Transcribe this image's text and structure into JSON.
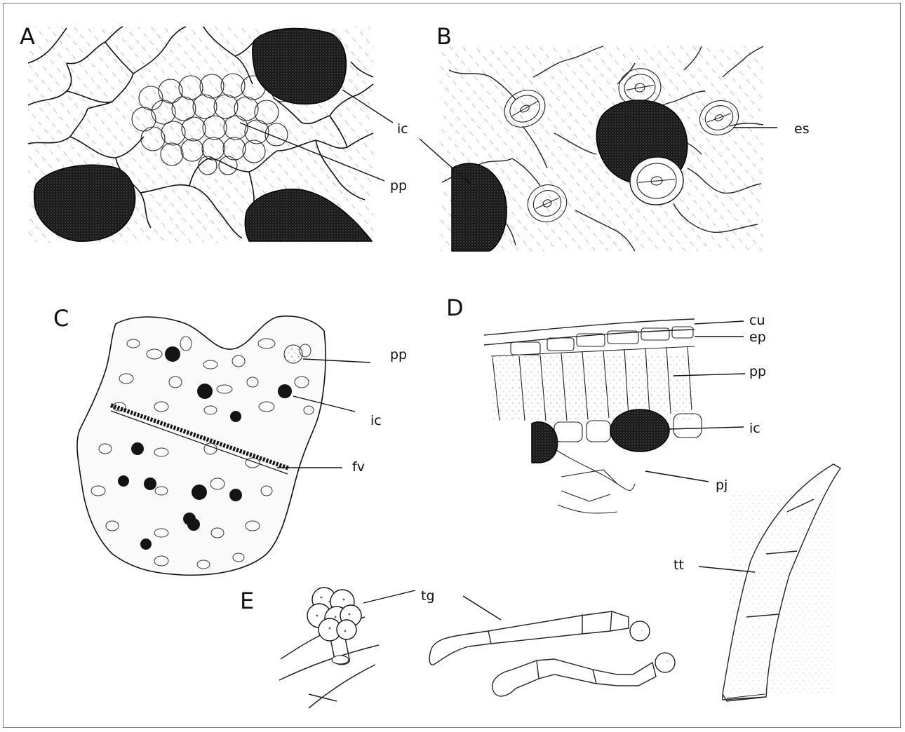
{
  "panels": {
    "A": {
      "letter": "A",
      "labels": {
        "ic": "ic",
        "pp": "pp"
      }
    },
    "B": {
      "letter": "B",
      "labels": {
        "es": "es"
      }
    },
    "C": {
      "letter": "C",
      "labels": {
        "pp": "pp",
        "ic": "ic",
        "fv": "fv"
      }
    },
    "D": {
      "letter": "D",
      "labels": {
        "cu": "cu",
        "ep": "ep",
        "pp": "pp",
        "ic": "ic",
        "pj": "pj"
      }
    },
    "E": {
      "letter": "E",
      "labels": {
        "tg": "tg",
        "tt": "tt"
      }
    }
  }
}
